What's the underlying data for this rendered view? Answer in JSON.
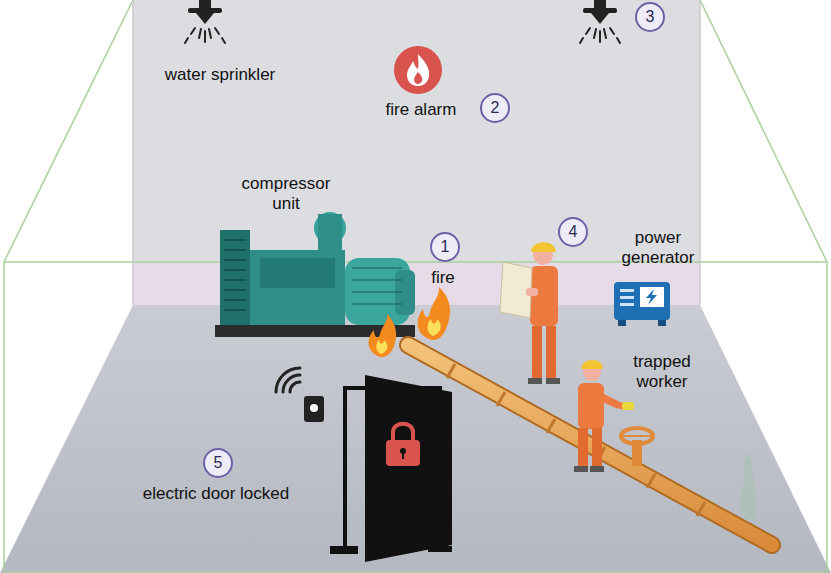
{
  "diagram": {
    "labels": [
      "water sprinkler",
      "3",
      "fire alarm",
      "2",
      "compressor unit",
      "1",
      "fire",
      "4",
      "power generator",
      "trapped worker",
      "5",
      "electric door locked"
    ]
  }
}
